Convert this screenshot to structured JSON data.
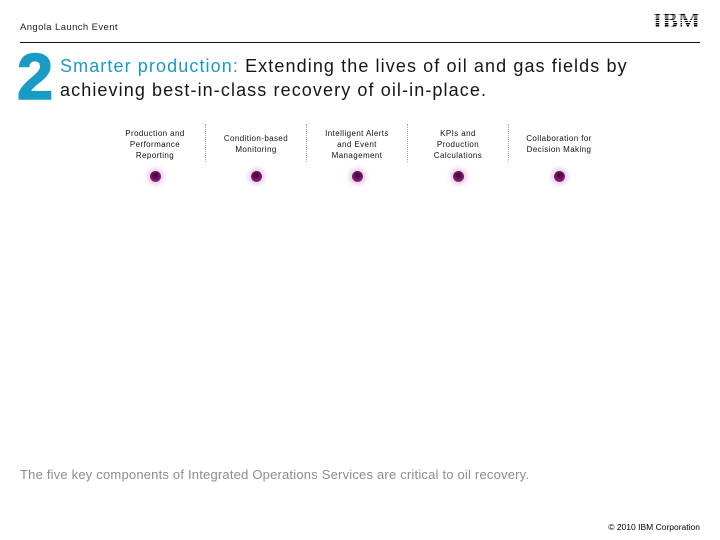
{
  "page": {
    "eyebrow": "Angola Launch Event",
    "logo_text": "IBM"
  },
  "title": {
    "number": "2",
    "highlight": "Smarter production: ",
    "rest": "Extending the lives of oil and gas fields by achieving best-in-class recovery of oil-in-place."
  },
  "components": {
    "items": [
      {
        "label": "Production and Performance Reporting",
        "lines": [
          "Production and",
          "Performance",
          "Reporting"
        ]
      },
      {
        "label": "Condition-based Monitoring",
        "lines": [
          "Condition-based",
          "Monitoring"
        ]
      },
      {
        "label": "Intelligent Alerts and Event Management",
        "lines": [
          "Intelligent Alerts",
          "and Event",
          "Management"
        ]
      },
      {
        "label": "KPIs and Production Calculations",
        "lines": [
          "KPIs and",
          "Production",
          "Calculations"
        ]
      },
      {
        "label": "Collaboration for Decision Making",
        "lines": [
          "Collaboration for",
          "Decision Making"
        ]
      }
    ]
  },
  "footer": {
    "summary": "The five key components of Integrated Operations Services are critical to oil recovery.",
    "copyright": "© 2010 IBM Corporation"
  },
  "colors": {
    "accent_teal": "#189cc5",
    "bullet_purple": "#8e1b80",
    "bullet_halo_pink": "#e1afdc",
    "summary_gray": "#8c8c8c",
    "divider_gray": "#a8a8a8",
    "rule_black": "#101010"
  }
}
